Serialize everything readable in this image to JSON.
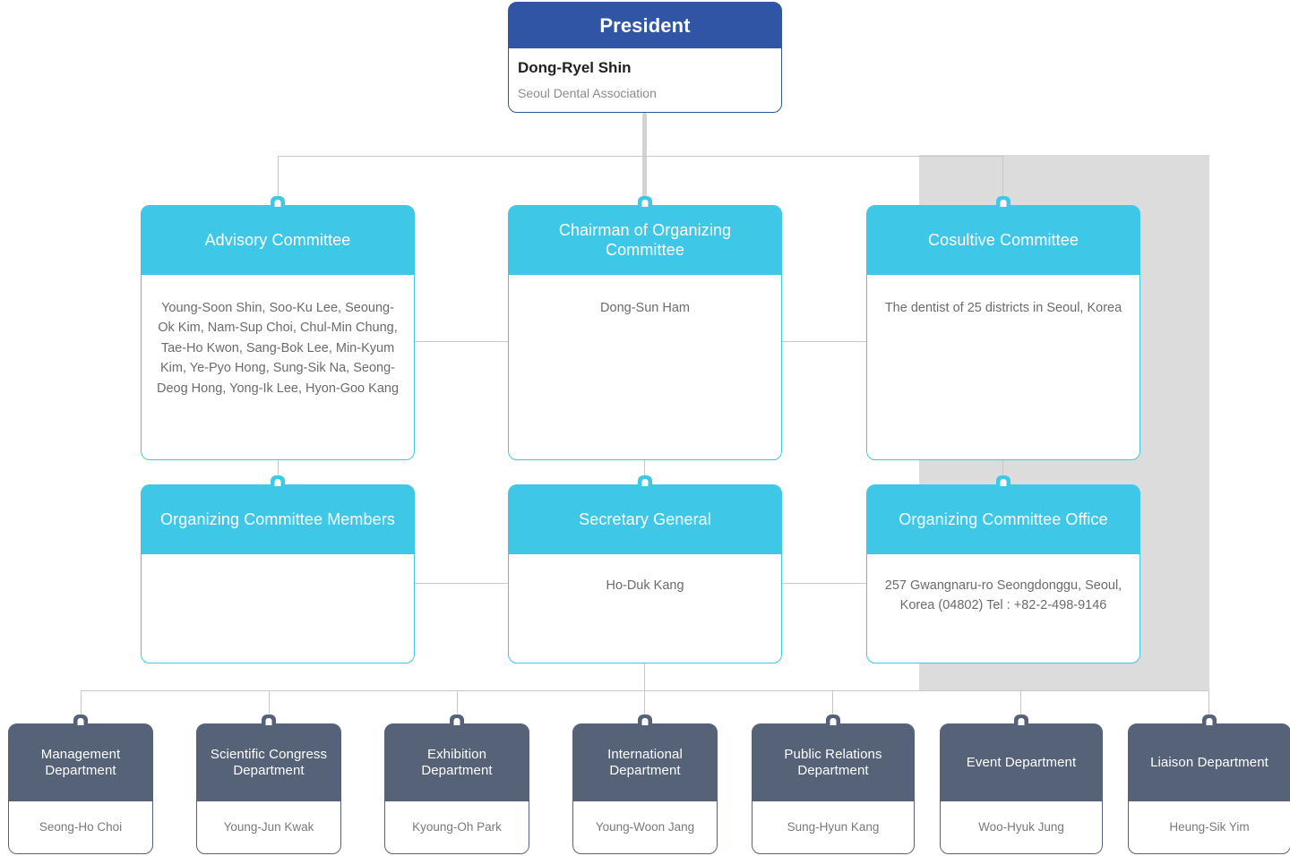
{
  "colors": {
    "president_header": "#2F55A4",
    "cyan_header": "#3FC7E8",
    "department_header": "#566278",
    "shade_region": "#DCDCDC",
    "connector": "#C8C8C8"
  },
  "president": {
    "title": "President",
    "name": "Dong-Ryel Shin",
    "organization": "Seoul Dental Association"
  },
  "row2": [
    {
      "title": "Advisory Committee",
      "body": "Young-Soon Shin, Soo-Ku Lee, Seoung-Ok Kim, Nam-Sup Choi, Chul-Min Chung, Tae-Ho Kwon, Sang-Bok Lee, Min-Kyum Kim, Ye-Pyo Hong, Sung-Sik Na, Seong-Deog Hong, Yong-Ik Lee, Hyon-Goo Kang"
    },
    {
      "title": "Chairman of Organizing Committee",
      "body": "Dong-Sun Ham"
    },
    {
      "title": "Cosultive Committee",
      "body": "The dentist of 25 districts in Seoul, Korea"
    }
  ],
  "row3": [
    {
      "title": "Organizing Committee Members",
      "body": ""
    },
    {
      "title": "Secretary General",
      "body": "Ho-Duk Kang"
    },
    {
      "title": "Organizing Committee Office",
      "body": "257 Gwangnaru-ro Seongdonggu, Seoul, Korea (04802) Tel : +82-2-498-9146"
    }
  ],
  "departments": [
    {
      "title": "Management Department",
      "person": "Seong-Ho Choi"
    },
    {
      "title": "Scientific Congress Department",
      "person": "Young-Jun Kwak"
    },
    {
      "title": "Exhibition Department",
      "person": "Kyoung-Oh Park"
    },
    {
      "title": "International Department",
      "person": "Young-Woon Jang"
    },
    {
      "title": "Public Relations Department",
      "person": "Sung-Hyun Kang"
    },
    {
      "title": "Event Department",
      "person": "Woo-Hyuk Jung"
    },
    {
      "title": "Liaison Department",
      "person": "Heung-Sik Yim"
    }
  ]
}
